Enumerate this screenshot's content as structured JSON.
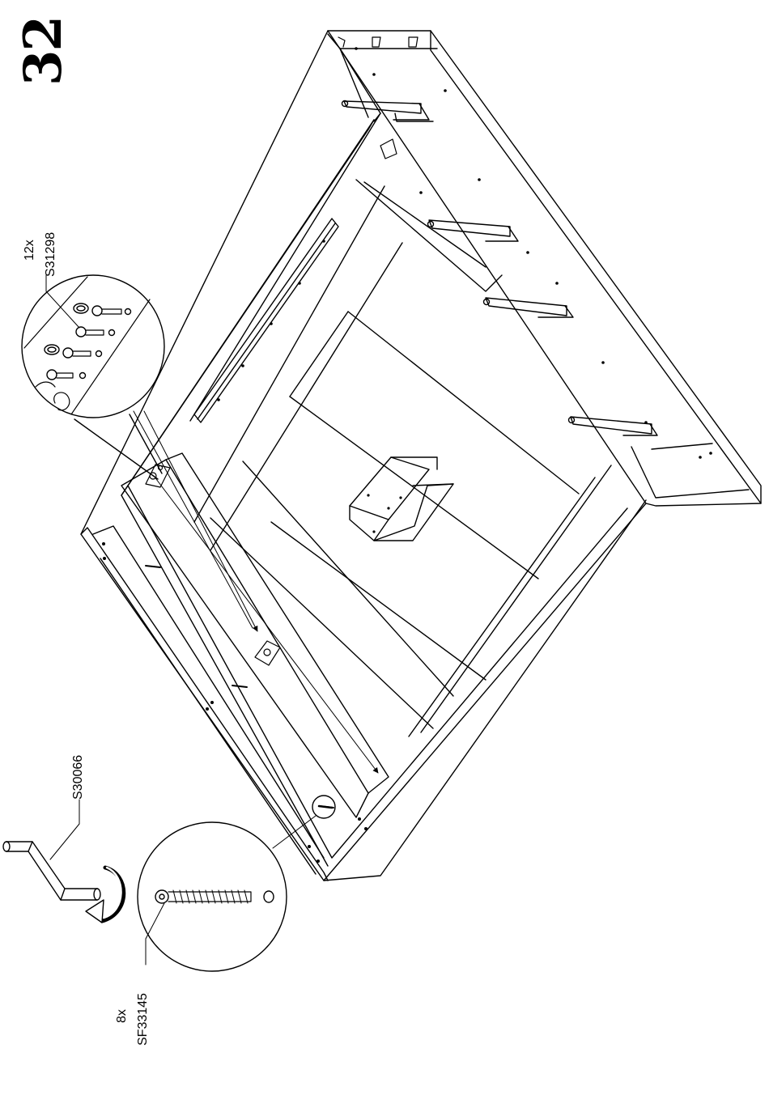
{
  "step_number": "32",
  "parts": {
    "screw_small": {
      "code": "S31298",
      "quantity": "12x"
    },
    "tool": {
      "code": "S30066"
    },
    "screw_large": {
      "code": "SF33145",
      "quantity": "8x"
    }
  },
  "colors": {
    "line": "#000000",
    "background": "#ffffff"
  }
}
